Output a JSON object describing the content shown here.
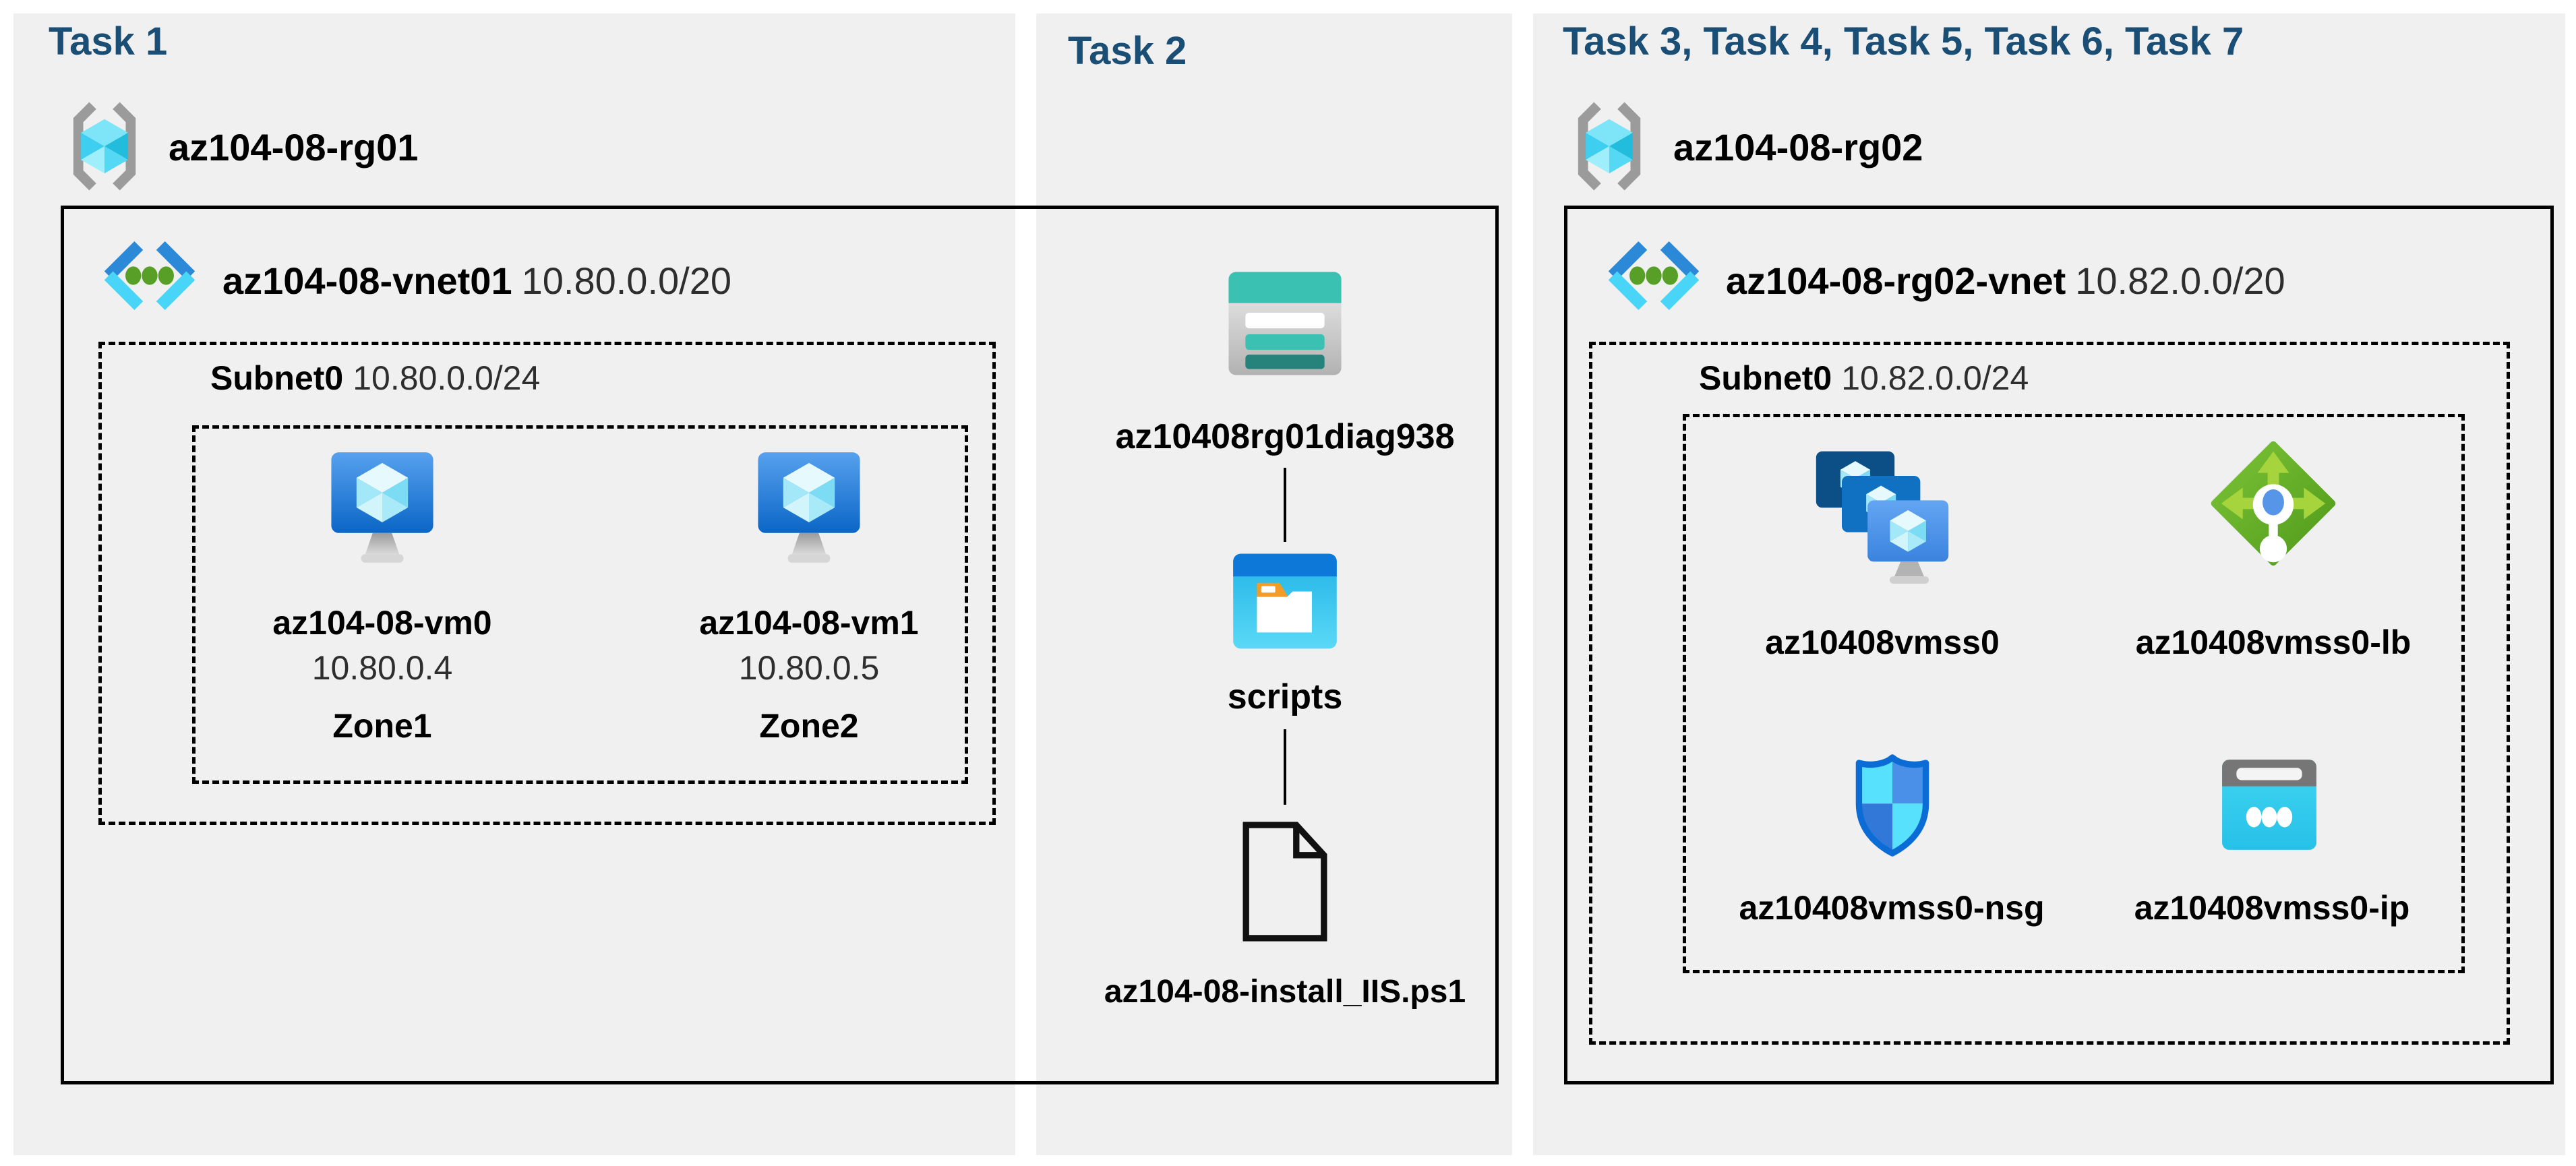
{
  "colors": {
    "header_text": "#1b4e75",
    "panel_bg": "#f0f0f0",
    "storage_teal": "#3bc1b2",
    "nsg_blue": "#0b6cd6",
    "lb_green": "#72bd2e",
    "ip_cyan": "#35cff0"
  },
  "panels": [
    {
      "title": "Task 1",
      "resource_group": "az104-08-rg01",
      "vnet_name": "az104-08-vnet01",
      "vnet_cidr": "10.80.0.0/20",
      "subnet_name": "Subnet0",
      "subnet_cidr": "10.80.0.0/24",
      "vms": [
        {
          "name": "az104-08-vm0",
          "ip": "10.80.0.4",
          "zone": "Zone1"
        },
        {
          "name": "az104-08-vm1",
          "ip": "10.80.0.5",
          "zone": "Zone2"
        }
      ]
    },
    {
      "title": "Task 2",
      "storage_account": "az10408rg01diag938",
      "container": "scripts",
      "script_file": "az104-08-install_IIS.ps1"
    },
    {
      "title": "Task 3, Task 4, Task 5, Task 6, Task 7",
      "resource_group": "az104-08-rg02",
      "vnet_name": "az104-08-rg02-vnet",
      "vnet_cidr": "10.82.0.0/20",
      "subnet_name": "Subnet0",
      "subnet_cidr": "10.82.0.0/24",
      "resources": [
        {
          "name": "az10408vmss0",
          "type": "vm-scale-set"
        },
        {
          "name": "az10408vmss0-lb",
          "type": "load-balancer"
        },
        {
          "name": "az10408vmss0-nsg",
          "type": "network-security-group"
        },
        {
          "name": "az10408vmss0-ip",
          "type": "public-ip-address"
        }
      ]
    }
  ]
}
